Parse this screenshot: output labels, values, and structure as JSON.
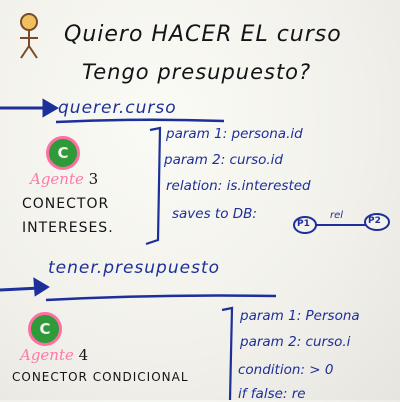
{
  "question": {
    "line1": "Quiero HACER EL curso",
    "line2": "Tengo presupuesto?"
  },
  "section1": {
    "heading": "querer.curso",
    "agent_label": "Agente",
    "agent_number": "3",
    "connector_line1": "CONECTOR",
    "connector_line2": "INTERESES.",
    "params": [
      "param 1: persona.id",
      "param 2: curso.id",
      "relation: is.interested",
      "saves to DB:"
    ],
    "db_nodes": [
      "P1",
      "rel",
      "P2"
    ]
  },
  "section2": {
    "heading": "tener.presupuesto",
    "agent_label": "Agente",
    "agent_number": "4",
    "connector_line1": "CONECTOR CONDICIONAL",
    "params": [
      "param 1: Persona",
      "param 2: curso.i",
      "condition: > 0",
      "if false: re"
    ]
  },
  "badge_letter": "C",
  "colors": {
    "blue_ink": "#1d2f9a",
    "black_ink": "#141418",
    "badge_green": "#2e9a38",
    "pink": "#ff6fa3"
  }
}
